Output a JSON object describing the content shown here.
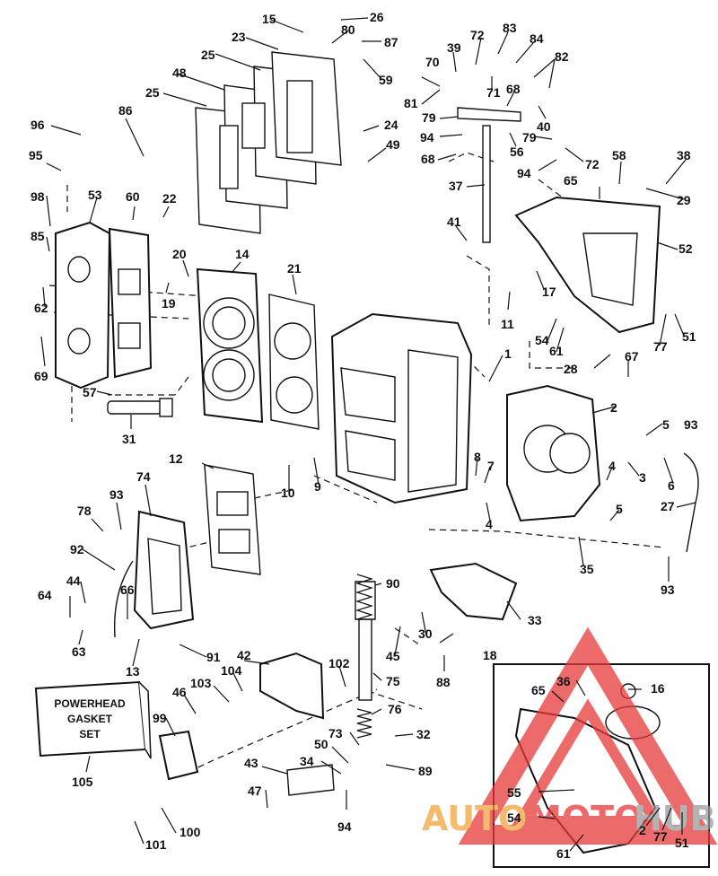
{
  "labels": {
    "l1": "1",
    "l2": "2",
    "l3": "3",
    "l4a": "4",
    "l4b": "4",
    "l5a": "5",
    "l5b": "5",
    "l6": "6",
    "l7": "7",
    "l8": "8",
    "l9": "9",
    "l10": "10",
    "l11": "11",
    "l12": "12",
    "l13": "13",
    "l14": "14",
    "l15": "15",
    "l16": "16",
    "l17": "17",
    "l18": "18",
    "l19": "19",
    "l20": "20",
    "l21": "21",
    "l22": "22",
    "l23": "23",
    "l24": "24",
    "l25a": "25",
    "l25b": "25",
    "l26": "26",
    "l27": "27",
    "l28": "28",
    "l29": "29",
    "l30": "30",
    "l31": "31",
    "l32": "32",
    "l33": "33",
    "l34": "34",
    "l35": "35",
    "l36": "36",
    "l37": "37",
    "l38": "38",
    "l39": "39",
    "l40": "40",
    "l41": "41",
    "l42": "42",
    "l43": "43",
    "l44": "44",
    "l45": "45",
    "l46": "46",
    "l47": "47",
    "l48": "48",
    "l49": "49",
    "l50": "50",
    "l51a": "51",
    "l51b": "51",
    "l52": "52",
    "l53": "53",
    "l54a": "54",
    "l54b": "54",
    "l55": "55",
    "l56": "56",
    "l57": "57",
    "l58": "58",
    "l59": "59",
    "l60": "60",
    "l61a": "61",
    "l61b": "61",
    "l62": "62",
    "l63": "63",
    "l64": "64",
    "l65a": "65",
    "l65b": "65",
    "l66": "66",
    "l67": "67",
    "l68a": "68",
    "l68b": "68",
    "l69": "69",
    "l70": "70",
    "l71": "71",
    "l72a": "72",
    "l72b": "72",
    "l73": "73",
    "l74": "74",
    "l75": "75",
    "l76": "76",
    "l77a": "77",
    "l77b": "77",
    "l78": "78",
    "l79a": "79",
    "l79b": "79",
    "l80": "80",
    "l81": "81",
    "l82": "82",
    "l83": "83",
    "l84": "84",
    "l85": "85",
    "l86": "86",
    "l87": "87",
    "l88": "88",
    "l89": "89",
    "l90": "90",
    "l91": "91",
    "l92": "92",
    "l93a": "93",
    "l93b": "93",
    "l93c": "93",
    "l94a": "94",
    "l94b": "94",
    "l94c": "94",
    "l95": "95",
    "l96": "96",
    "l98": "98",
    "l99": "99",
    "l100": "100",
    "l101": "101",
    "l102": "102",
    "l103": "103",
    "l104": "104",
    "l105": "105",
    "l2b": "2"
  },
  "gasket_box": {
    "line1": "POWERHEAD",
    "line2": "GASKET",
    "line3": "SET"
  },
  "watermark": {
    "text_a": "AUTO",
    "text_b": "MOTO",
    "text_c": "HUB",
    "color_red": "#e8393a",
    "color_orange": "#f2a33a",
    "color_gray": "#9a9a9a"
  }
}
